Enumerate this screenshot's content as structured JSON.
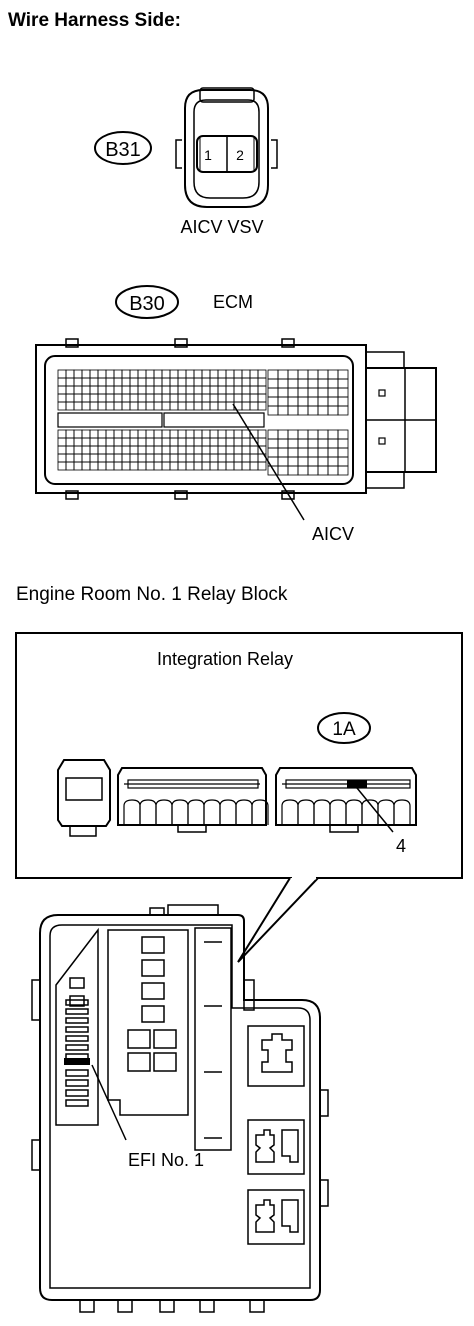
{
  "page_title": "Wire Harness Side:",
  "connectors": {
    "b31": {
      "code": "B31",
      "name": "AICV VSV",
      "pins": [
        "1",
        "2"
      ]
    },
    "b30": {
      "code": "B30",
      "name": "ECM",
      "terminal": "AICV"
    }
  },
  "relay_block": {
    "title": "Engine Room No. 1 Relay Block",
    "detail_title": "Integration Relay",
    "connector_code": "1A",
    "terminal_number": "4",
    "fuse_label": "EFI No. 1"
  }
}
